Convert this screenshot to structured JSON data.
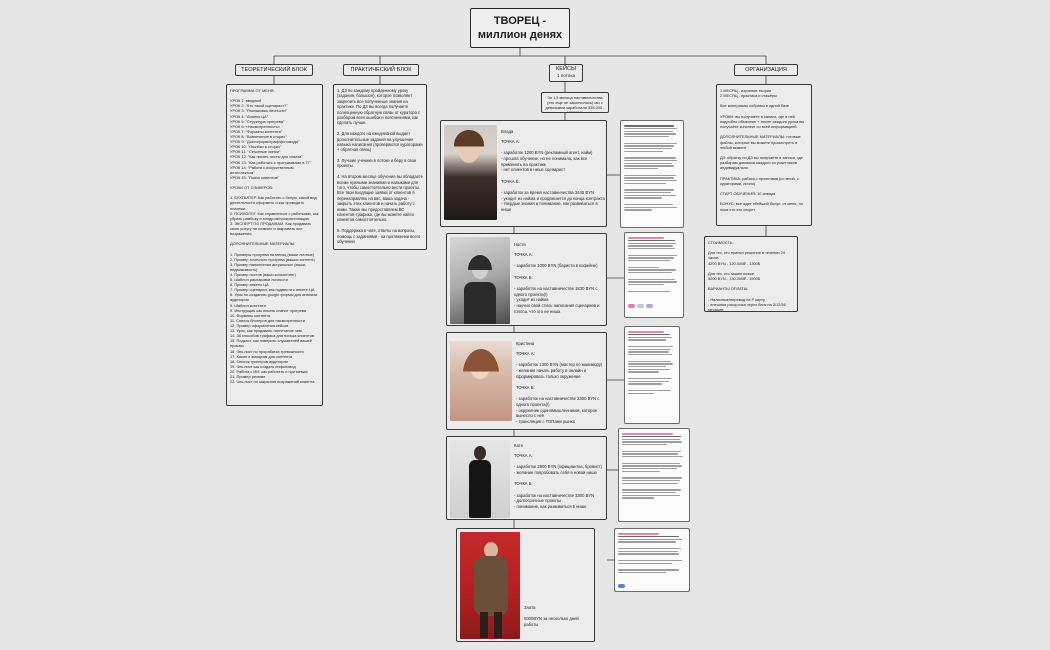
{
  "title": {
    "line1": "ТВОРЕЦ -",
    "line2": "миллион денях"
  },
  "headers": {
    "theory": "ТЕОРЕТИЧЕСКИЙ БЛОК",
    "practice": "ПРАКТИЧЕСКИЙ БЛОК",
    "cases": "КЕЙСЫ",
    "cases_sub": "1 потока",
    "org": "ОРГАНИЗАЦИЯ"
  },
  "theory_text": "ПРОГРАММА ОТ МЕНЯ:\n\nУРОК 1: вводный\nУРОК 2: \"Кто такой сценарист?\"\nУРОК 3: \"Распаковка личности\"\nУРОК 4: \"Анализ ЦА\"\nУРОК 5: \"Структура прогрева\"\nУРОК 6: «Насмотренность»\nУРОК 7: \"Форматы контента\"\nУРОК 8: \"Вовлечение в сторис\"\nУРОК 9: \"Диктофорвк/граф/фотоводы\"\nУРОК 10: \"Ошибки в сторис\"\nУРОК 11: \"Сезонные линии\"\nУРОК 12: \"Как писать посты для охвата\"\nУРОК 13: \"Как работать с программами в ТГ\"\nУРОК 14: \"Работа с искусственным интеллектом\"\nУРОК 15: \"Поиск клиентов\"\n\nУРОКИ ОТ СПИКЕРОВ:\n\n1. БУХГАЛТЕР. Как работать с белую, какой вид деятельности оформить и как проводить платежи\n2. ПСИХОЛОГ. Как справляться с работками, как убрать рамбоку и синдром/прокрастинацию\n3. ЭКСПЕРТ ПО ПРОДАЖАМ. Как продавать свою услугу на созвоне и закрывать все возражения.\n\nДОПОЛНИТЕЛЬНЫЕ МАТЕРИАЛЫ:\n\n1. Примеры прогрева на месяц (ваши личные)\n2. Пример точечного прогрева (ваших контент)\n3. Пример наполнения актуальных (ваши, недвижимость)\n4. Пример постов (ваши консалтинг)\n5. Шаблон распаковки личности\n6. Пример анкеты ЦА\n7. Пример сценария, как подвести к анкете ЦА\n8. Урок по созданию google формы для анализа аудитории\n9. Шаблон контента\n9. Инструкция как писать снапот прогрева\n10. Форматы контента\n11. Список блогеров для насмотренности\n12. Пример оформления кейсов\n13. Урок, как продавать нагнетание чем\n14. 38 способов трафика для поиска клиентов\n15. Подкаст, как поверить слушателей вашей\nпрокачк\n16. Чек-лист по прорабатка тревожности\n17. Какал с эмоциям для контента\n18. Список триггеров аудитории\n19. Чек-лист как создать инфоповод\n20. Работа с ИИ: как работать и при мемах\n21. Пример резюме\n22. Чек-лист по закрытию возражений клиента",
  "practice_text": "1. ДЗ по каждому пройденному уроку (задания, большое), которое позволяет закрепить все полученные знания на практике. По ДЗ вы всегда получаете полноценную обратную связь от куратора с разбором всех ошибок и пояснениями, как сделать лучше.\n\n2. Для каждого на ежедневной выдает дополнительные задания на улучшение навыка написания (проверяются кураторами + обратная связь)\n\n3. Лучшие ученики в потоке и беру в свои проекты.\n\n4. На втором месяце обучения вы обладаете всеми нужными знаниями и навыками для того, чтобы самостоятельно вести проекты. Все твои входящие заявки от клиентов я перенаправляю на вас, ваша задача - закрыть этих клиентов и начать работу с ними. Также мы предоставляем ВС клиентов-трафика, где вы можете найти клиентов самостоятельно.\n\n5. Поддержка в чате, ответы на вопросы, помощь с заданиями - на протяжении всего обучения",
  "cases_intro": "За 1,5 месяца наставничества (это еще не закончилось) мы с девочками заработали 335.000 - 1520БYN",
  "cases": [
    {
      "name": "Влада",
      "text": "ТОЧКА А:\n\n- заработок 1200 BYN (рекламный агент, найм)\n- прошла обучение, но не понимала, как все применить на практике\n- нет клиентов в нише сценарист\n\nТОЧКА Б:\n\n- заработок за время наставничества 3445 BYN\n- уходит из найма и продвигается до конца контракта\n- твердые знания и понимание, как развиваться в нише"
    },
    {
      "name": "Настя",
      "text": "ТОЧКА А:\n\n- заработок 1000 BYN (баристa в кофейне)\n\nТОЧКА Б:\n\n- заработок на наставничестве 1830 BYN с одного проекта(!)\n- уходит из найма\n- научил свой стиль написания сценариев и голоса, что это ее ниша"
    },
    {
      "name": "Кристина",
      "text": "ТОЧКА А:\n\n- заработок 1300 BYN (мастер по маникюру)\n- желание начать работу в онлайн и сформировать только окружение\n\nТОЧКА Б:\n\n- заработок на наставничестве 2300 BYN с одного проекта(!)\n- окружение единомышленников, которое вынесло с неё\n- трансляция с ТОПами рынка"
    },
    {
      "name": "Катя",
      "text": "ТОЧКА А:\n\n- заработок 2800 BYN (официантка, бровист)\n- желание попробовать себя в новой нише\n\nТОЧКА Б:\n\n- заработок на наставничестве 3300 BYN\n- долгосрочные проекты\n- понимание, как развиваться в нише"
    },
    {
      "name": "Злата",
      "text": "\n\n\n\n\n\n\n\n\n\n\n\n\nЗлата\n\n5000BYN за несколько дней работы"
    }
  ],
  "org_text": "1 МЕСЯЦ - изучение теории\n2 МЕСЯЦ - практика и стажёры\n\nВсе материалы собраны в одной базе\n\nУРОКИ: вы получаете в записи, где в ней подробно объясняю + после каждого урока вы получаете конспект со всей информацией\n\nДОПОЛНИТЕЛЬНЫЕ МАТЕРИАЛЫ: готовые файлы, которые вы можете просмотреть в любой момент\n\nДЗ: обратку по ДЗ вы получаете в записи, где разбираю домашки каждого из участников индивидуально\n\nПРАКТИКА: работа с проектами (со мной, с кураторами, лично)\n\nСТАРТ ОБУЧЕНИЯ: 10 января\n\nБОНУС: все ждет эбейший бонус: от меня, но пока что это секрет",
  "pricing_text": "СТОИМОСТЬ:\n\nДля тех, кто принял решение в течении 24 часов\n4200 BYN - 120.000₽ - 1300$\n\nДля тех, кто зашел позже\n5000 BYN - 130.000₽ - 1500$\n\nВАРИАНТЫ ОПЛАТЫ:\n\n- Наличные/перевод на Р карту\n- внешняя рассрочка через банк на 3/12/36 месяцев\n- внутренняя рассрочка"
}
